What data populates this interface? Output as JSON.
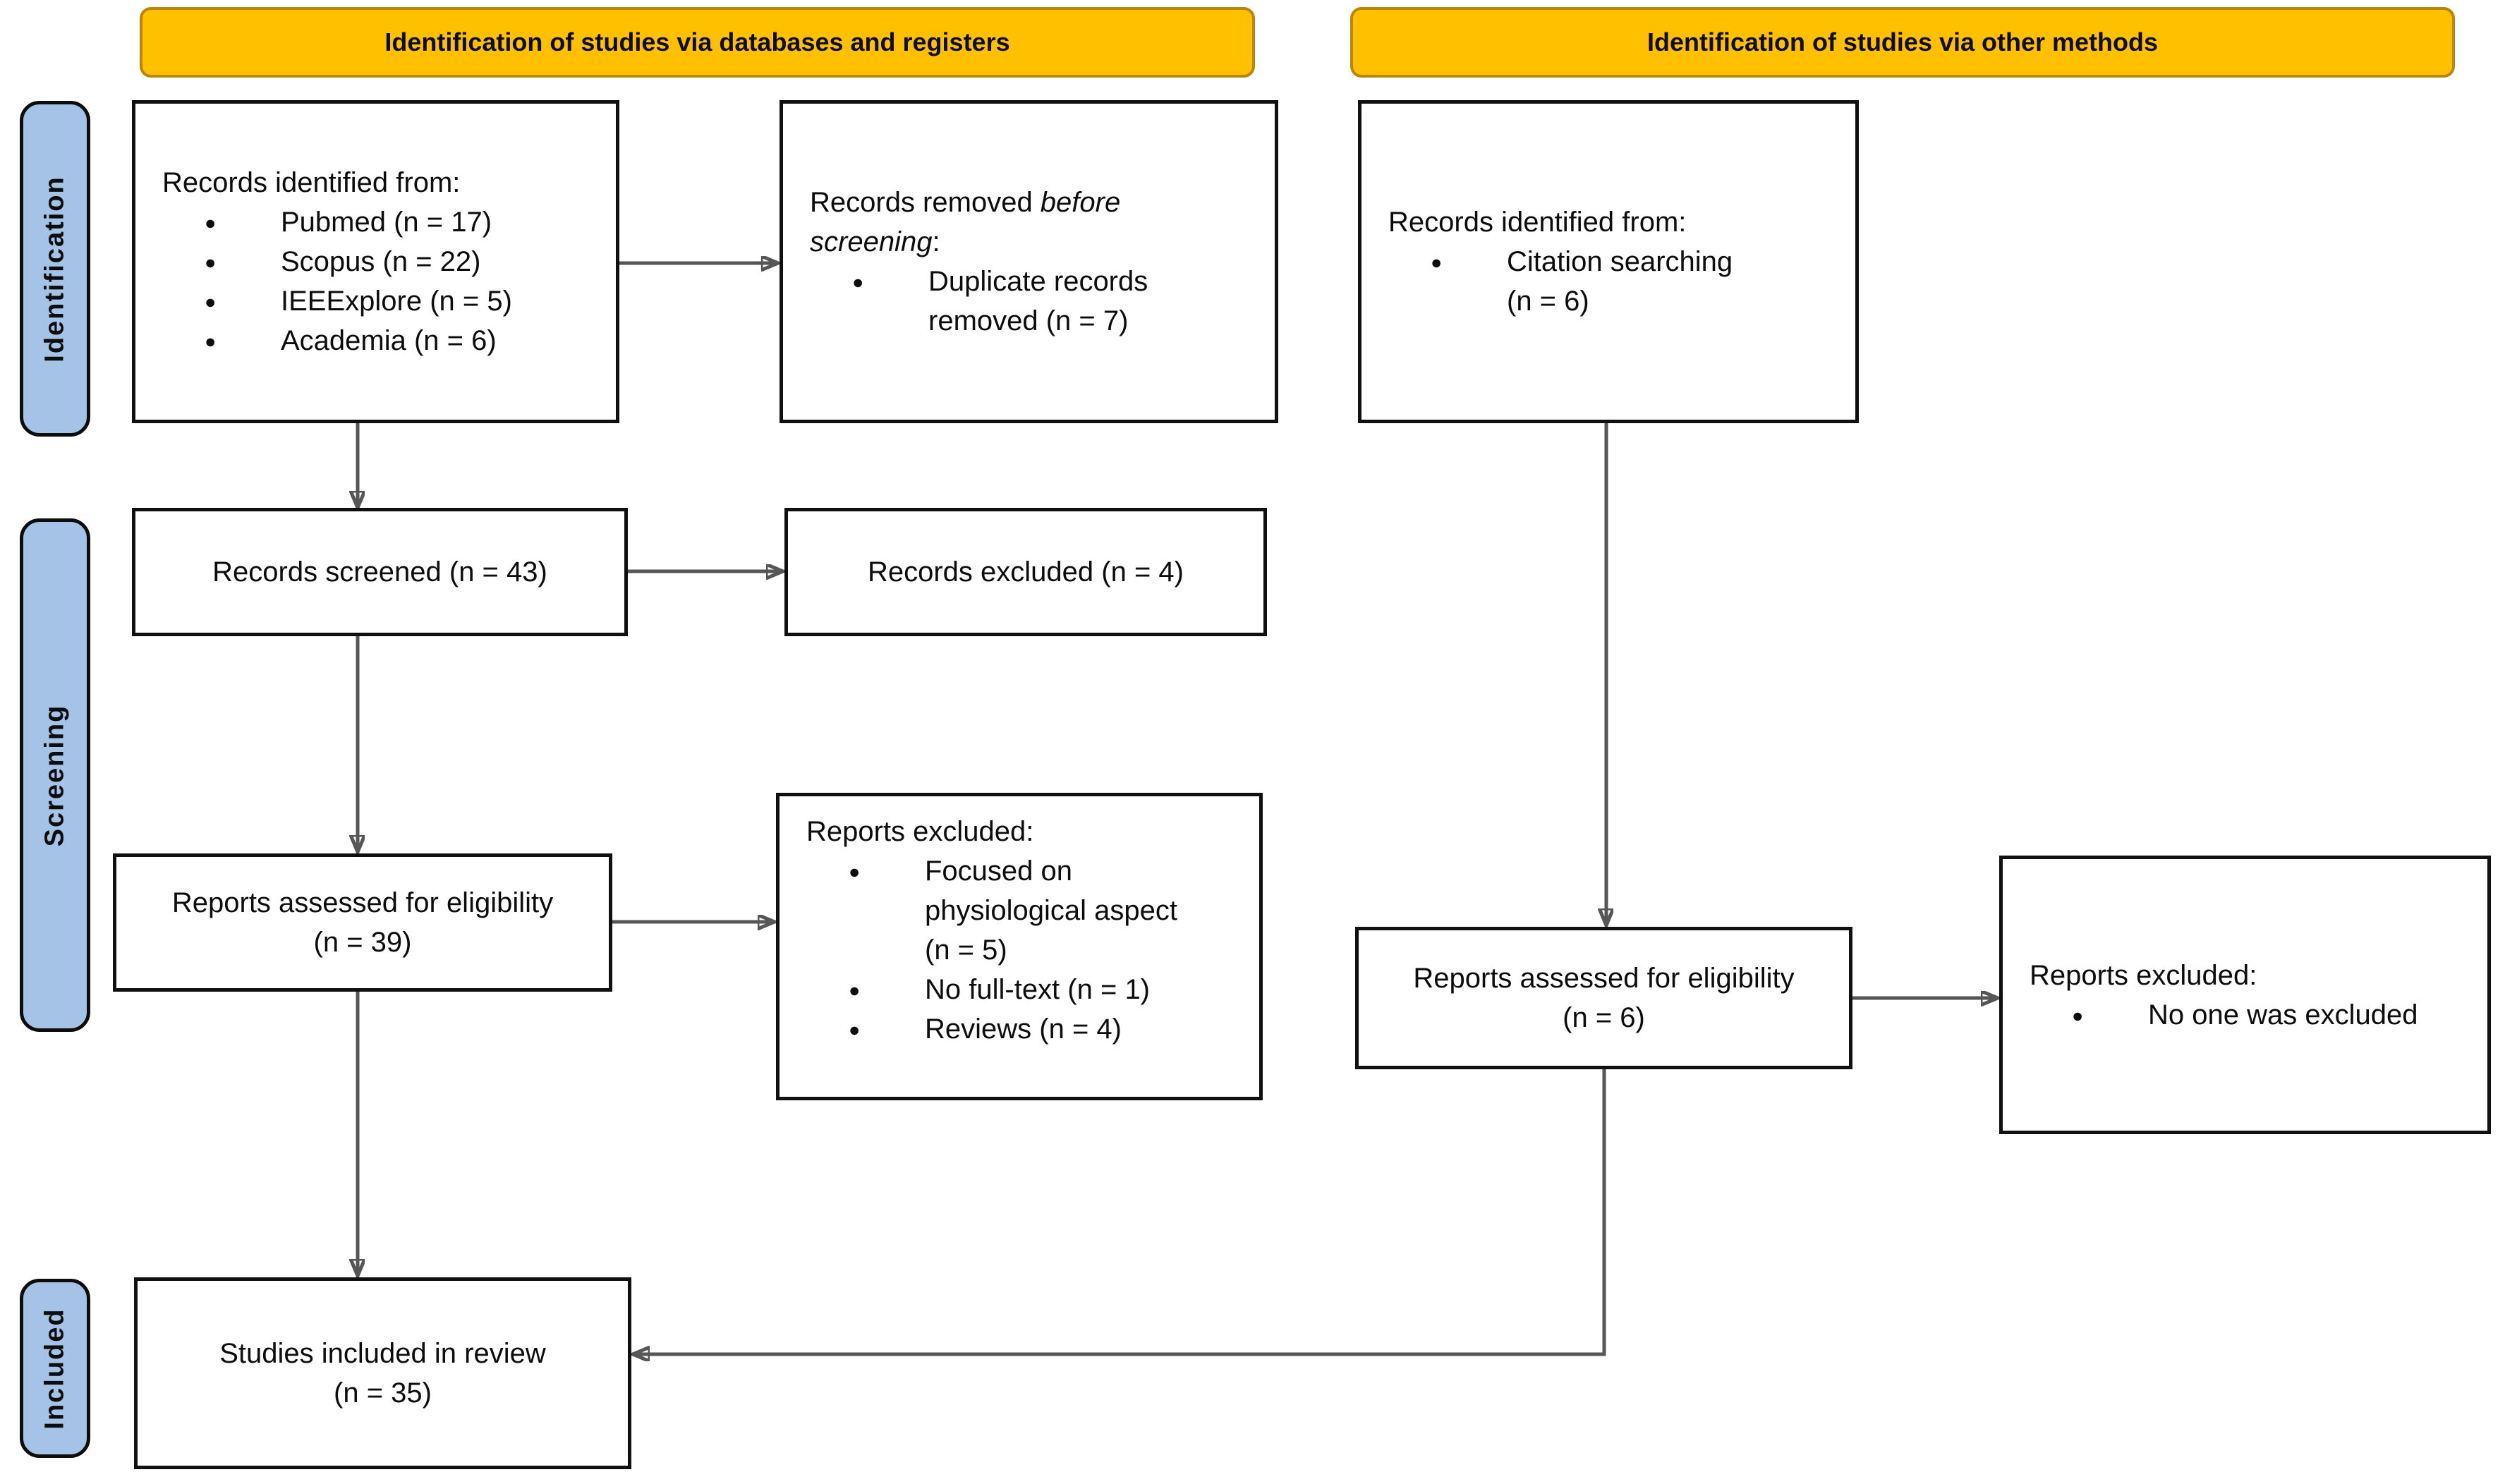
{
  "banners": {
    "databases": "Identification of studies via databases and registers",
    "other": "Identification of studies via other methods"
  },
  "stages": {
    "identification": "Identification",
    "screening": "Screening",
    "included": "Included"
  },
  "boxes": {
    "records_identified_db": {
      "title": "Records identified from:",
      "bullets": [
        "Pubmed (n = 17)",
        "Scopus (n = 22)",
        "IEEExplore (n = 5)",
        "Academia (n = 6)"
      ]
    },
    "records_removed": {
      "title_prefix": "Records removed ",
      "title_italic": "before\nscreening",
      "title_suffix": ":",
      "bullets": [
        "Duplicate records\nremoved  (n = 7)"
      ]
    },
    "records_identified_other": {
      "title": "Records identified from:",
      "bullets": [
        "Citation searching\n(n = 6)"
      ]
    },
    "records_screened": {
      "label": "Records screened (n = 43)"
    },
    "records_excluded": {
      "label": "Records excluded (n = 4)"
    },
    "reports_assessed_db": {
      "line1": "Reports assessed for eligibility",
      "line2": "(n = 39)"
    },
    "reports_excluded_db": {
      "title": "Reports excluded:",
      "bullets": [
        "Focused on\nphysiological aspect\n(n = 5)",
        "No full-text (n = 1)",
        "Reviews (n = 4)"
      ]
    },
    "reports_assessed_other": {
      "line1": "Reports assessed for eligibility",
      "line2": "(n = 6)"
    },
    "reports_excluded_other": {
      "title": "Reports excluded:",
      "bullets": [
        "No one was excluded"
      ]
    },
    "studies_included": {
      "line1": "Studies included in review",
      "line2": "(n = 35)"
    }
  },
  "colors": {
    "banner_bg": "#FFC000",
    "banner_border": "#B8860B",
    "stage_bg": "#A5C3E6",
    "box_border": "#101010",
    "arrow_line": "#565656",
    "arrow_head": "#0A0A0A"
  }
}
